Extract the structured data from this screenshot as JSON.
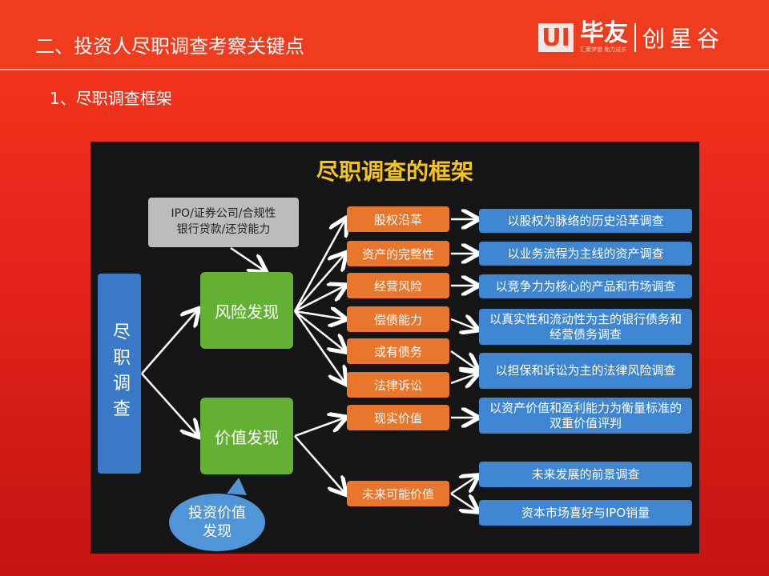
{
  "header": {
    "title": "二、投资人尽职调查考察关键点",
    "logo_ui": "UI",
    "logo_brand": "毕友",
    "logo_slogan": "汇聚梦想 助力成长",
    "logo_partner": "创星谷"
  },
  "section": {
    "heading": "1、尽职调查框架"
  },
  "diagram": {
    "title": "尽职调查的框架",
    "root": "尽职调查",
    "scope_note": "IPO/证券公司/合规性\n银行贷款/还贷能力",
    "risk": "风险发现",
    "value": "价值发现",
    "callout": "投资价值\n发现",
    "factors": [
      "股权沿革",
      "资产的完整性",
      "经营风险",
      "偿债能力",
      "或有债务",
      "法律诉讼",
      "现实价值",
      "未来可能价值"
    ],
    "methods": [
      "以股权为脉络的历史沿革调查",
      "以业务流程为主线的资产调查",
      "以竞争力为核心的产品和市场调查",
      "以真实性和流动性为主的银行债务和经营债务调查",
      "以担保和诉讼为主的法律风险调查",
      "以资产价值和盈利能力为衡量标准的双重价值评判",
      "未来发展的前景调查",
      "资本市场喜好与IPO销量"
    ]
  }
}
